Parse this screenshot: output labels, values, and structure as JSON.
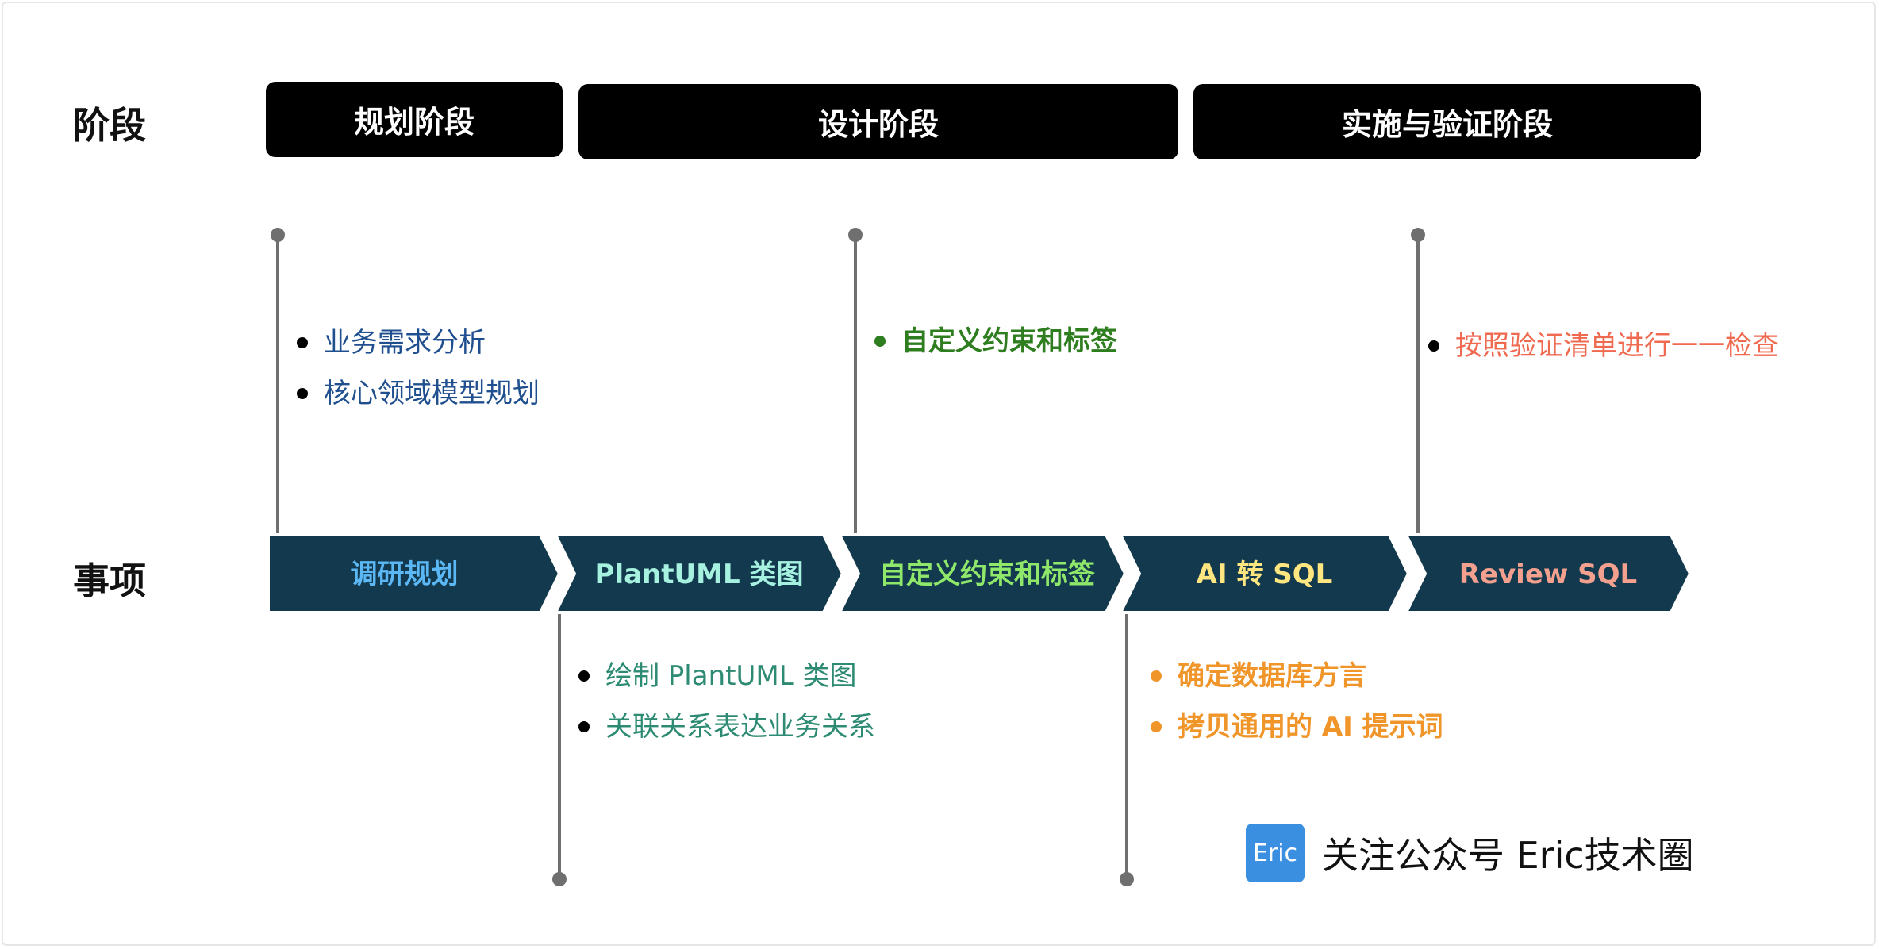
{
  "row_labels": {
    "phase": "阶段",
    "items": "事项"
  },
  "phases": [
    {
      "label": "规划阶段"
    },
    {
      "label": "设计阶段"
    },
    {
      "label": "实施与验证阶段"
    }
  ],
  "steps": [
    {
      "label": "调研规划",
      "color": "#5bb8f5"
    },
    {
      "label": "PlantUML 类图",
      "color": "#a6f1df"
    },
    {
      "label": "自定义约束和标签",
      "color": "#8fe86a"
    },
    {
      "label": "AI 转 SQL",
      "color": "#ffe680"
    },
    {
      "label": "Review SQL",
      "color": "#f3a08f"
    }
  ],
  "notes": {
    "plan": {
      "color": "#1f4f8f",
      "items": [
        "业务需求分析",
        "核心领域模型规划"
      ]
    },
    "constraint": {
      "color": "#2e7d1f",
      "items": [
        "自定义约束和标签"
      ]
    },
    "review": {
      "color": "#f06a50",
      "items": [
        "按照验证清单进行一一检查"
      ]
    },
    "plantuml": {
      "color": "#2e8b73",
      "items": [
        "绘制 PlantUML 类图",
        "关联关系表达业务关系"
      ]
    },
    "ai": {
      "color": "#f0952a",
      "items": [
        "确定数据库方言",
        "拷贝通用的 AI 提示词"
      ]
    }
  },
  "colors": {
    "arrow_fill": "#12394d",
    "arrow_stroke": "#ffffff",
    "connector": "#6f6f6f"
  },
  "brand": {
    "logo": "Eric",
    "text": "关注公众号 Eric技术圈"
  }
}
